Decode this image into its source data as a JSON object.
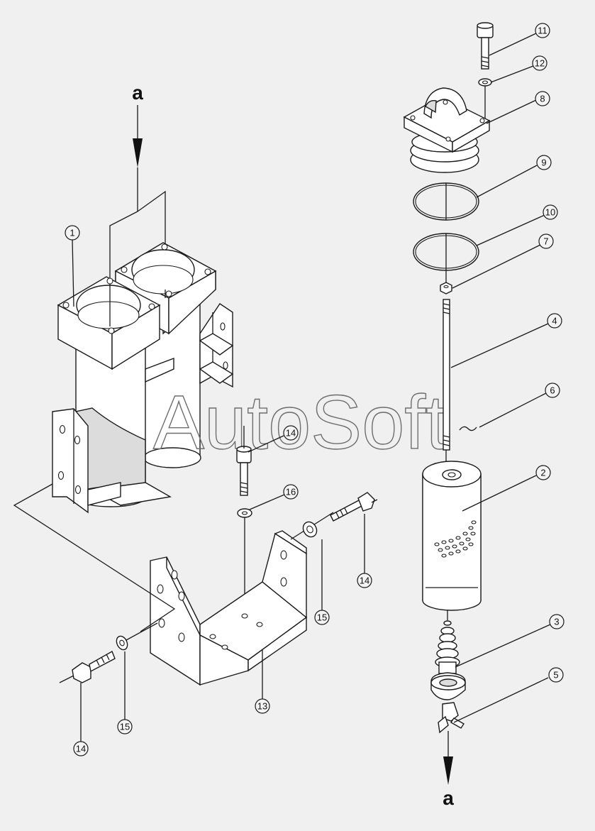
{
  "watermark": "AutoSoft",
  "flow_markers": [
    {
      "id": "inlet",
      "label": "a"
    },
    {
      "id": "outlet",
      "label": "a"
    }
  ],
  "callouts": [
    {
      "id": "c1",
      "number": "1"
    },
    {
      "id": "c2",
      "number": "2"
    },
    {
      "id": "c3",
      "number": "3"
    },
    {
      "id": "c4",
      "number": "4"
    },
    {
      "id": "c5",
      "number": "5"
    },
    {
      "id": "c6",
      "number": "6"
    },
    {
      "id": "c7",
      "number": "7"
    },
    {
      "id": "c8",
      "number": "8"
    },
    {
      "id": "c9",
      "number": "9"
    },
    {
      "id": "c10",
      "number": "10"
    },
    {
      "id": "c11",
      "number": "11"
    },
    {
      "id": "c12",
      "number": "12"
    },
    {
      "id": "c13",
      "number": "13"
    },
    {
      "id": "c14a",
      "number": "14"
    },
    {
      "id": "c14b",
      "number": "14"
    },
    {
      "id": "c14c",
      "number": "14"
    },
    {
      "id": "c15a",
      "number": "15"
    },
    {
      "id": "c15b",
      "number": "15"
    },
    {
      "id": "c16",
      "number": "16"
    }
  ]
}
